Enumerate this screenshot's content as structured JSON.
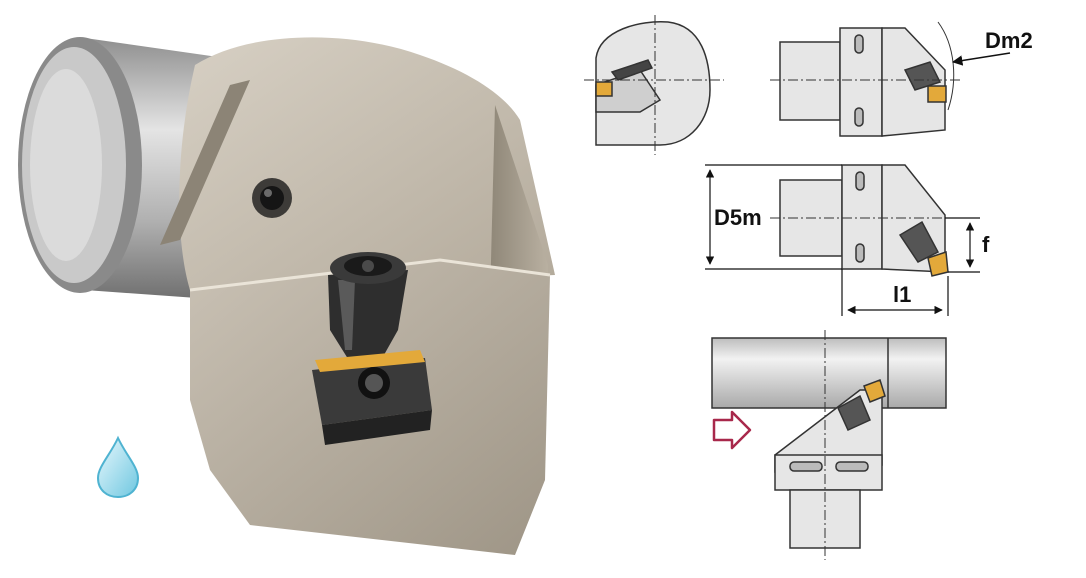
{
  "product": {
    "kind": "capto-clamping-unit-with-indexable-insert",
    "coolant": {
      "icon": "water-drop-icon",
      "color": "#6fc7e0"
    }
  },
  "dimensions": {
    "dm2": "Dm2",
    "d5m": "D5m",
    "f": "f",
    "l1": "l1"
  },
  "feed_direction": {
    "icon": "outline-arrow-right-icon",
    "color": "#a8284b"
  },
  "colors": {
    "tool_body": "#b4ab9c",
    "insert_gold": "#e3a93a",
    "drawing_fill": "#e6e6e6",
    "drawing_line": "#333333"
  }
}
